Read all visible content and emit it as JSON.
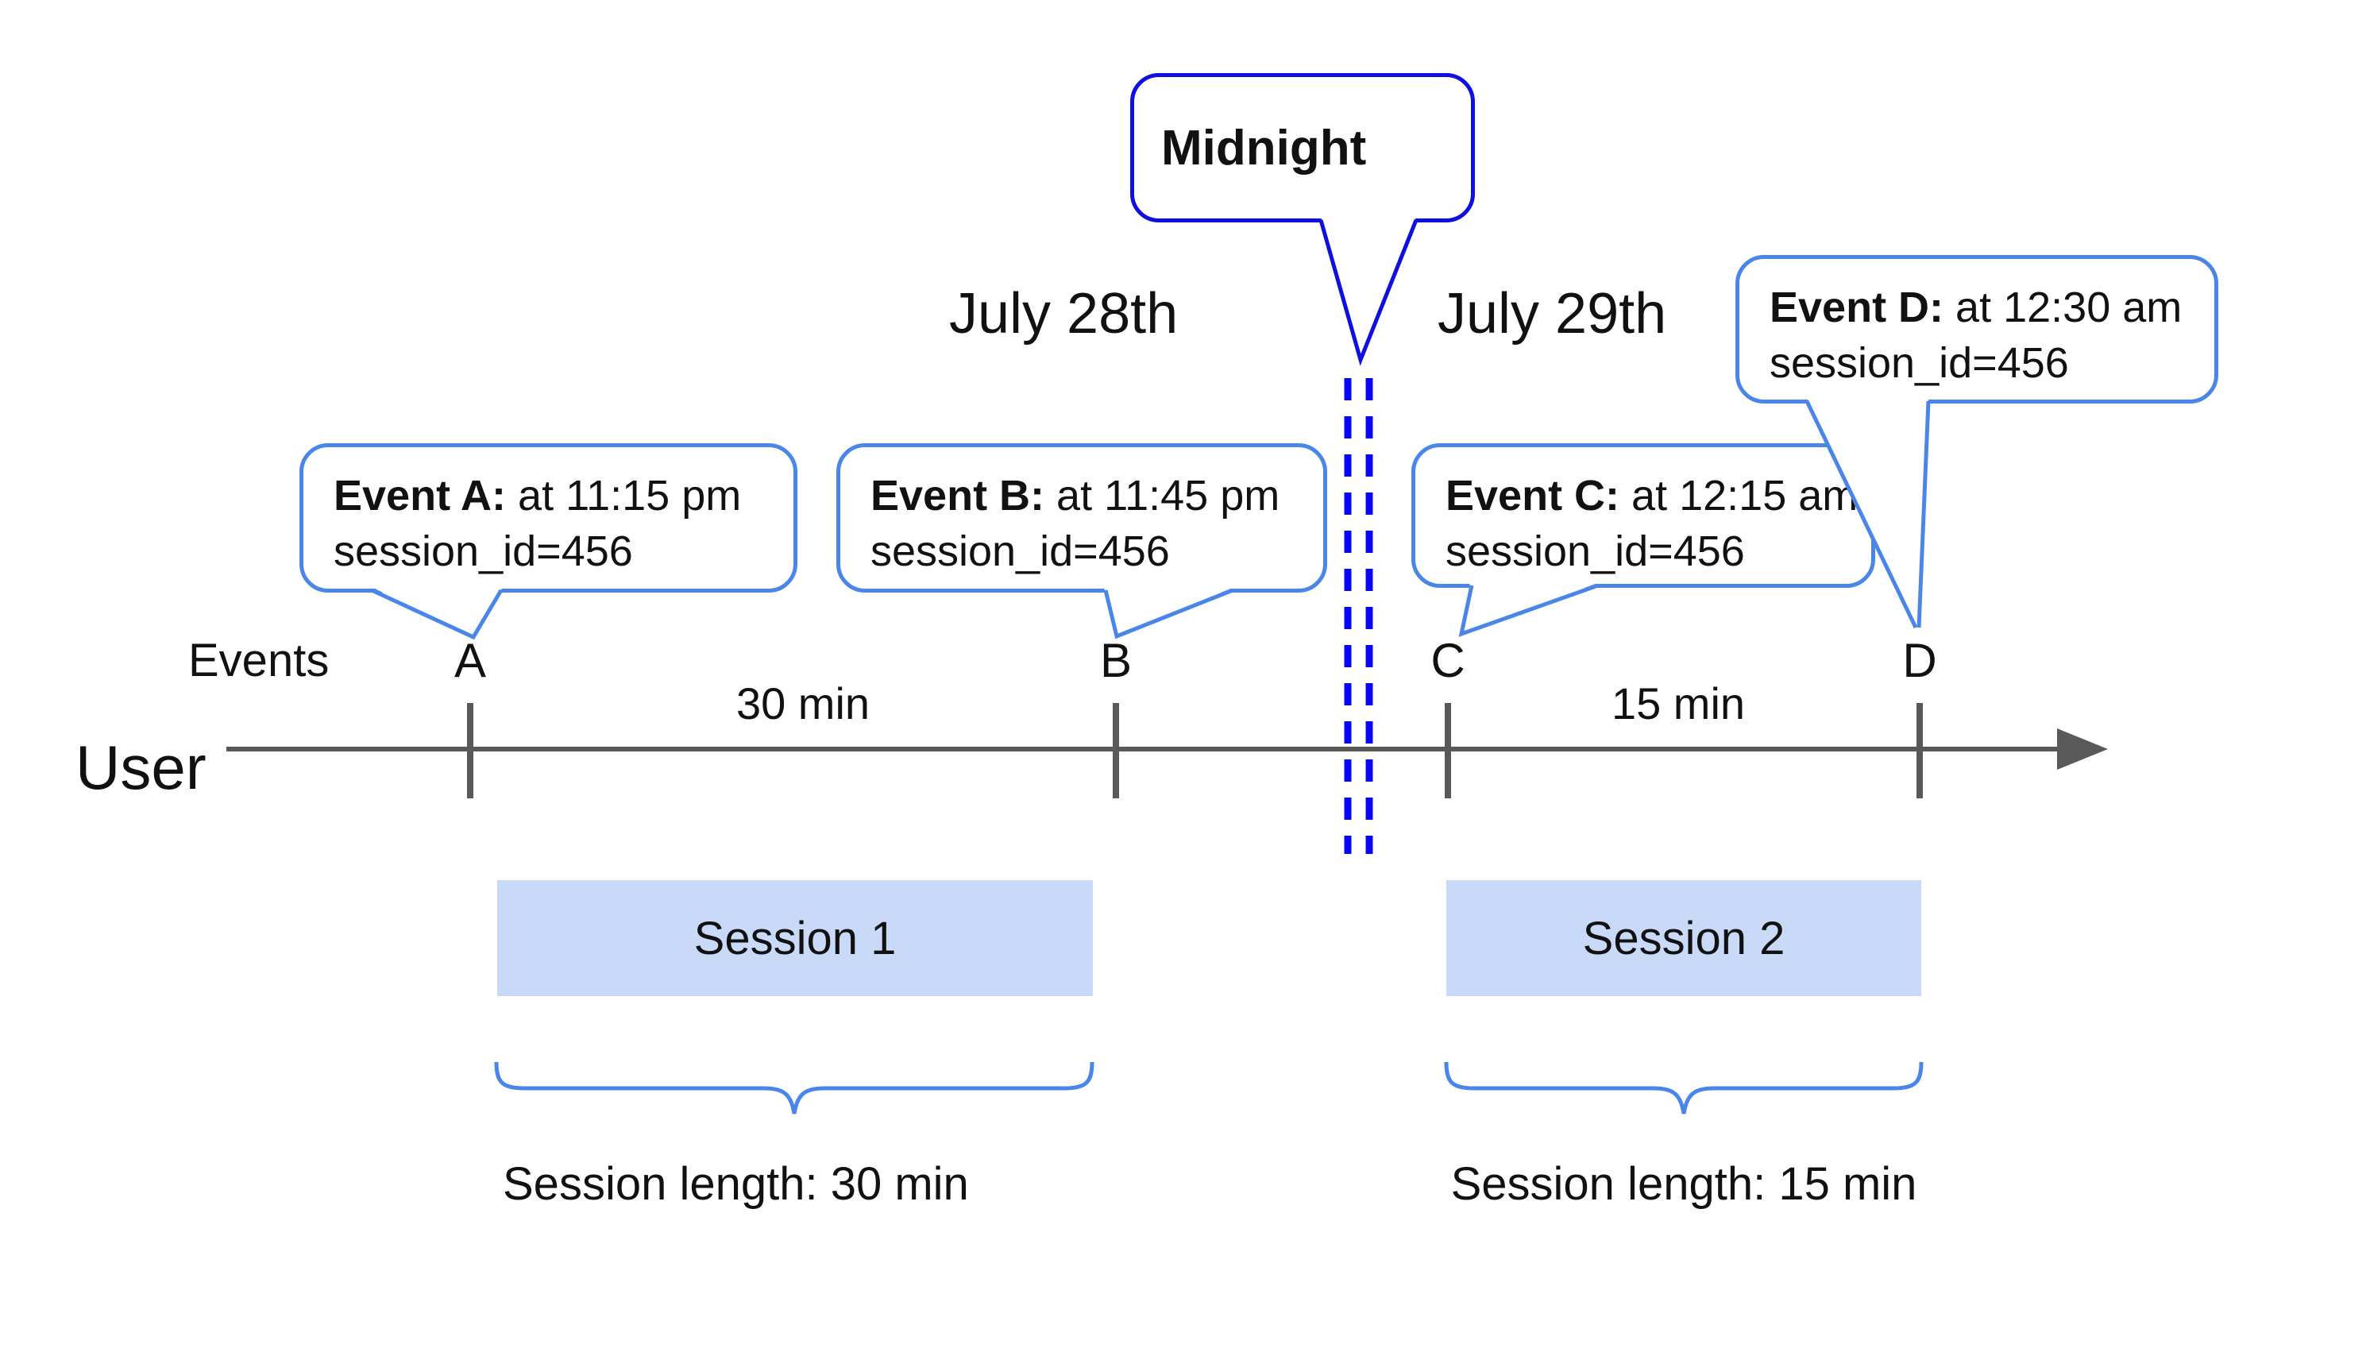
{
  "diagram_title": "session-split-at-midnight-timeline",
  "midnight": {
    "label": "Midnight"
  },
  "dates": {
    "left": "July 28th",
    "right": "July 29th"
  },
  "axis": {
    "events_label": "Events",
    "user_label": "User"
  },
  "bubbles": [
    {
      "bold": "Event A:",
      "rest": " at 11:15 pm",
      "line2": "session_id=456"
    },
    {
      "bold": "Event B:",
      "rest": " at 11:45 pm",
      "line2": "session_id=456"
    },
    {
      "bold": "Event C:",
      "rest": " at 12:15 am",
      "line2": "session_id=456"
    },
    {
      "bold": "Event D:",
      "rest": " at 12:30 am",
      "line2": "session_id=456"
    }
  ],
  "letters": [
    "A",
    "B",
    "C",
    "D"
  ],
  "intervals": [
    "30 min",
    "15 min"
  ],
  "sessions": [
    {
      "label": "Session 1",
      "length_label": "Session length: 30 min"
    },
    {
      "label": "Session 2",
      "length_label": "Session length: 15 min"
    }
  ],
  "colors": {
    "bubble_border": "#4a86e8",
    "midnight_border": "#0f0fe0",
    "dashed_line": "#0606f5",
    "session_fill": "#c9daf8",
    "timeline_gray": "#595959",
    "text": "#111111"
  }
}
